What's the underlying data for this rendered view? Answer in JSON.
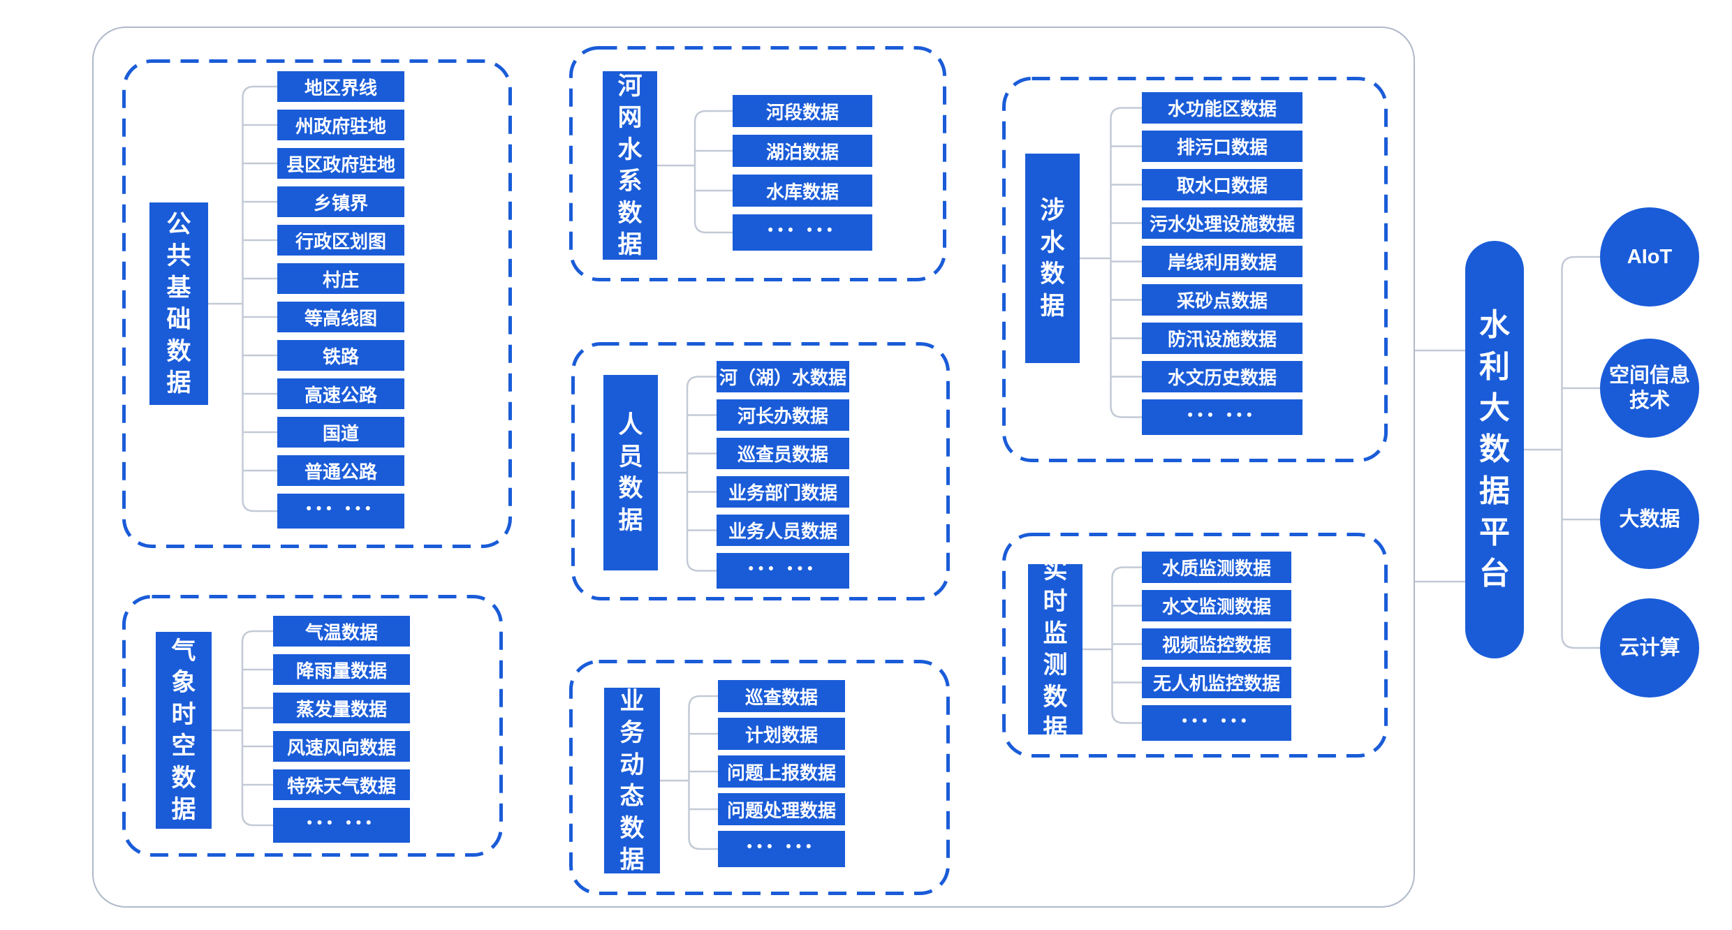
{
  "platform": {
    "title": "水利大数据平台"
  },
  "technologies": [
    {
      "key": "aiot",
      "label": "AIoT"
    },
    {
      "key": "spatial-info",
      "label": "空间信息技术"
    },
    {
      "key": "big-data",
      "label": "大数据"
    },
    {
      "key": "cloud-computing",
      "label": "云计算"
    }
  ],
  "groups": [
    {
      "key": "public-basic",
      "label": "公共基础数据",
      "items": [
        "地区界线",
        "州政府驻地",
        "县区政府驻地",
        "乡镇界",
        "行政区划图",
        "村庄",
        "等高线图",
        "铁路",
        "高速公路",
        "国道",
        "普通公路",
        "••• •••"
      ]
    },
    {
      "key": "river-network",
      "label": "河网水系数据",
      "items": [
        "河段数据",
        "湖泊数据",
        "水库数据",
        "••• •••"
      ]
    },
    {
      "key": "water-related",
      "label": "涉水数据",
      "items": [
        "水功能区数据",
        "排污口数据",
        "取水口数据",
        "污水处理设施数据",
        "岸线利用数据",
        "采砂点数据",
        "防汛设施数据",
        "水文历史数据",
        "••• •••"
      ]
    },
    {
      "key": "personnel",
      "label": "人员数据",
      "items": [
        "河（湖）水数据",
        "河长办数据",
        "巡查员数据",
        "业务部门数据",
        "业务人员数据",
        "••• •••"
      ]
    },
    {
      "key": "realtime-monitoring",
      "label": "实时监测数据",
      "items": [
        "水质监测数据",
        "水文监测数据",
        "视频监控数据",
        "无人机监控数据",
        "••• •••"
      ]
    },
    {
      "key": "meteorological",
      "label": "气象时空数据",
      "items": [
        "气温数据",
        "降雨量数据",
        "蒸发量数据",
        "风速风向数据",
        "特殊天气数据",
        "••• •••"
      ]
    },
    {
      "key": "business-dynamic",
      "label": "业务动态数据",
      "items": [
        "巡查数据",
        "计划数据",
        "问题上报数据",
        "问题处理数据",
        "••• •••"
      ]
    }
  ],
  "colors": {
    "primary_blue": "#1A5CD8",
    "connector_gray": "#C3CAD6",
    "container_border": "#AFB9C9",
    "text_white": "#FFFFFF",
    "background": "#FFFFFF"
  }
}
